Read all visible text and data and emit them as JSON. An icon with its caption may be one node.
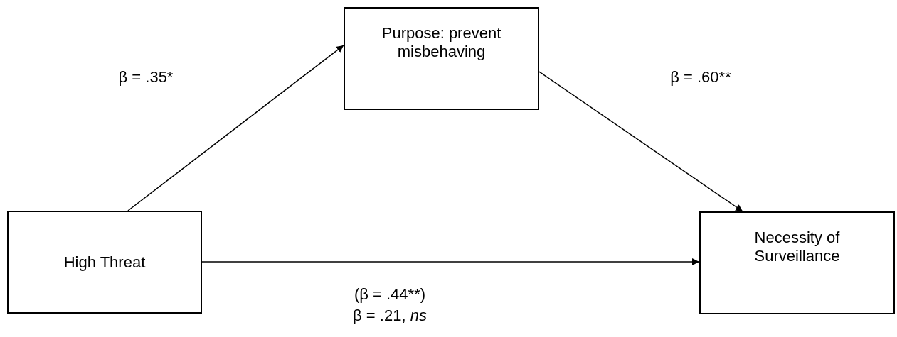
{
  "diagram": {
    "nodes": [
      {
        "text": [
          "High Threat"
        ]
      },
      {
        "text": [
          "Purpose: prevent misbehaving"
        ]
      },
      {
        "text": [
          "Necessity of Surveillance"
        ]
      }
    ],
    "edges": [
      {
        "from": 0,
        "to": 1,
        "arrow": "to",
        "label": "β = .35*"
      },
      {
        "from": 1,
        "to": 2,
        "arrow": "to",
        "label": "β = .60**"
      },
      {
        "from": 0,
        "to": 2,
        "arrow": "to",
        "label": "(β = .44**) β = .21, *ns*"
      }
    ]
  }
}
